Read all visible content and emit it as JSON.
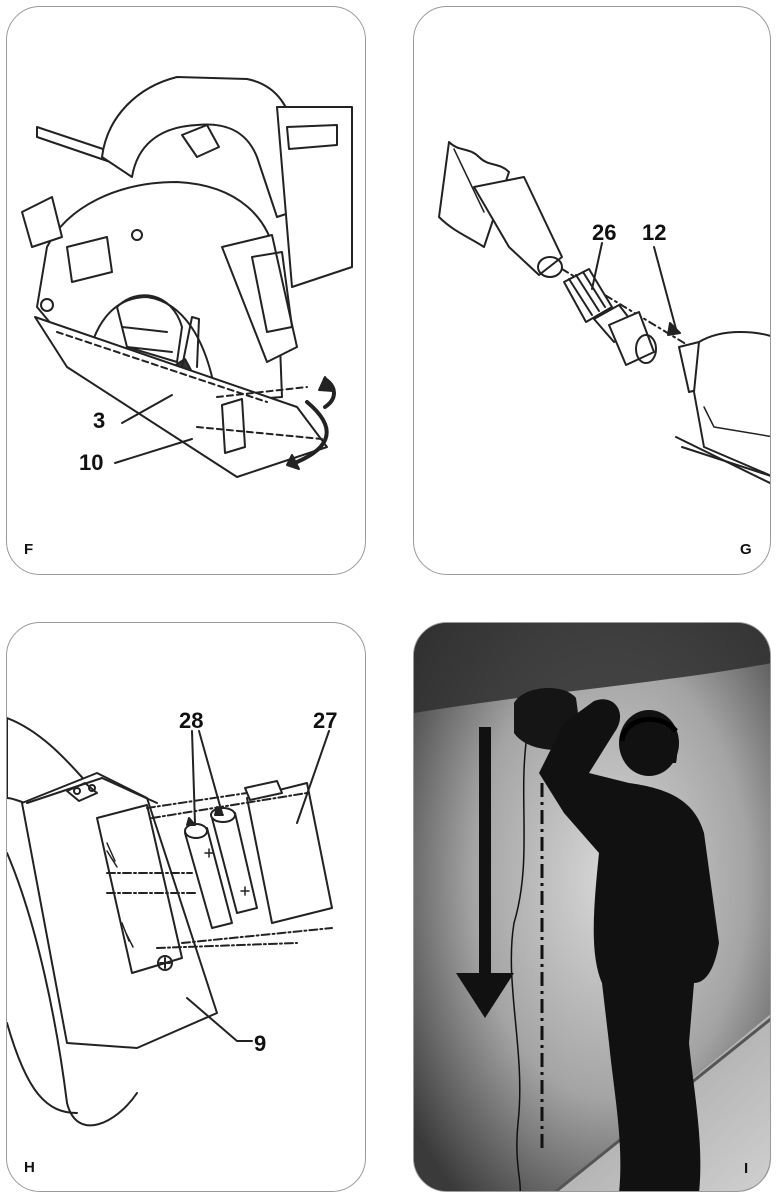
{
  "panels": {
    "f": {
      "letter": "F",
      "callouts": [
        "3",
        "10"
      ]
    },
    "g": {
      "letter": "G",
      "callouts": [
        "26",
        "12"
      ]
    },
    "h": {
      "letter": "H",
      "callouts": [
        "28",
        "27",
        "9"
      ]
    },
    "i": {
      "letter": "I"
    }
  }
}
